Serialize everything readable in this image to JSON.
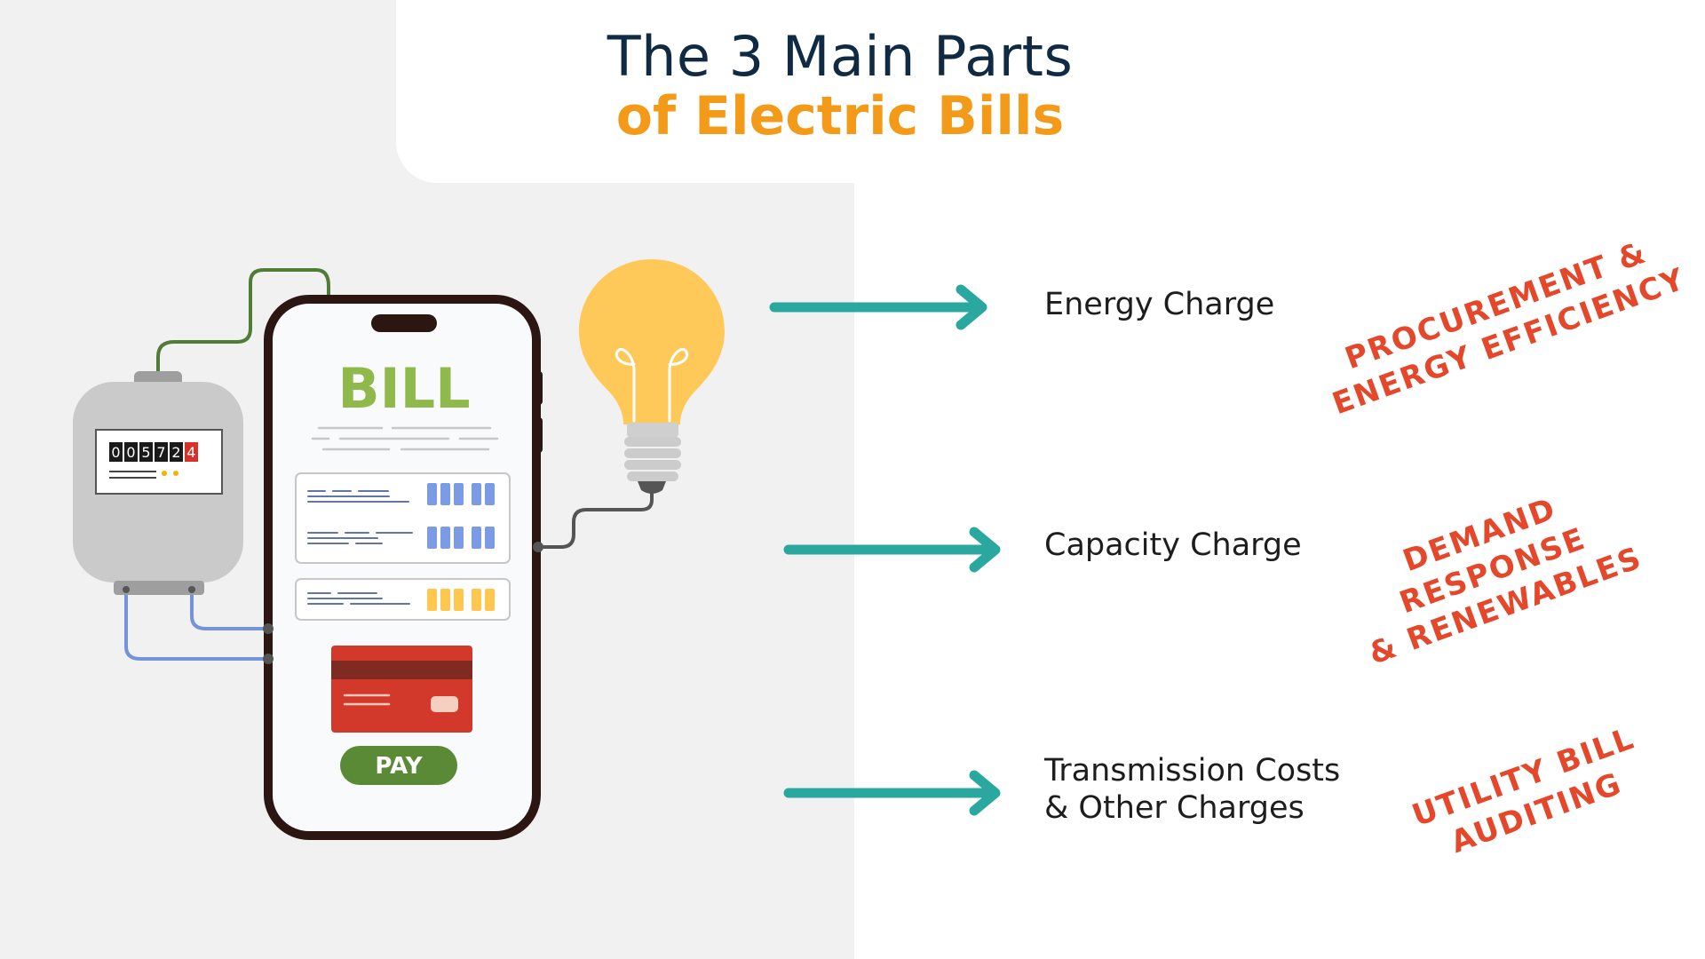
{
  "header": {
    "title_line_1": "The 3 Main Parts",
    "title_line_2": "of Electric Bills"
  },
  "meter": {
    "digits": [
      "0",
      "0",
      "5",
      "7",
      "2",
      "4"
    ],
    "highlight_digit_color": "#d5332a",
    "digit_color": "#1a1a1a"
  },
  "phone": {
    "title": "BILL",
    "button_label": "PAY"
  },
  "charges": [
    {
      "label": "Energy Charge",
      "annotation": "PROCUREMENT &\nENERGY EFFICIENCY"
    },
    {
      "label": "Capacity Charge",
      "annotation": "DEMAND RESPONSE\n& RENEWABLES"
    },
    {
      "label": "Transmission Costs\n& Other Charges",
      "annotation": "UTILITY BILL\nAUDITING"
    }
  ],
  "colors": {
    "title_dark": "#102a43",
    "title_accent": "#f39a19",
    "arrow": "#2aa8a0",
    "annotation": "#e5472b",
    "bill_green": "#8fba4b",
    "pay_button": "#5b8a36",
    "card_red": "#d3392b"
  },
  "icons": {
    "meter": "electric-meter-icon",
    "phone": "smartphone-bill-icon",
    "bulb": "light-bulb-icon",
    "card": "credit-card-icon"
  }
}
